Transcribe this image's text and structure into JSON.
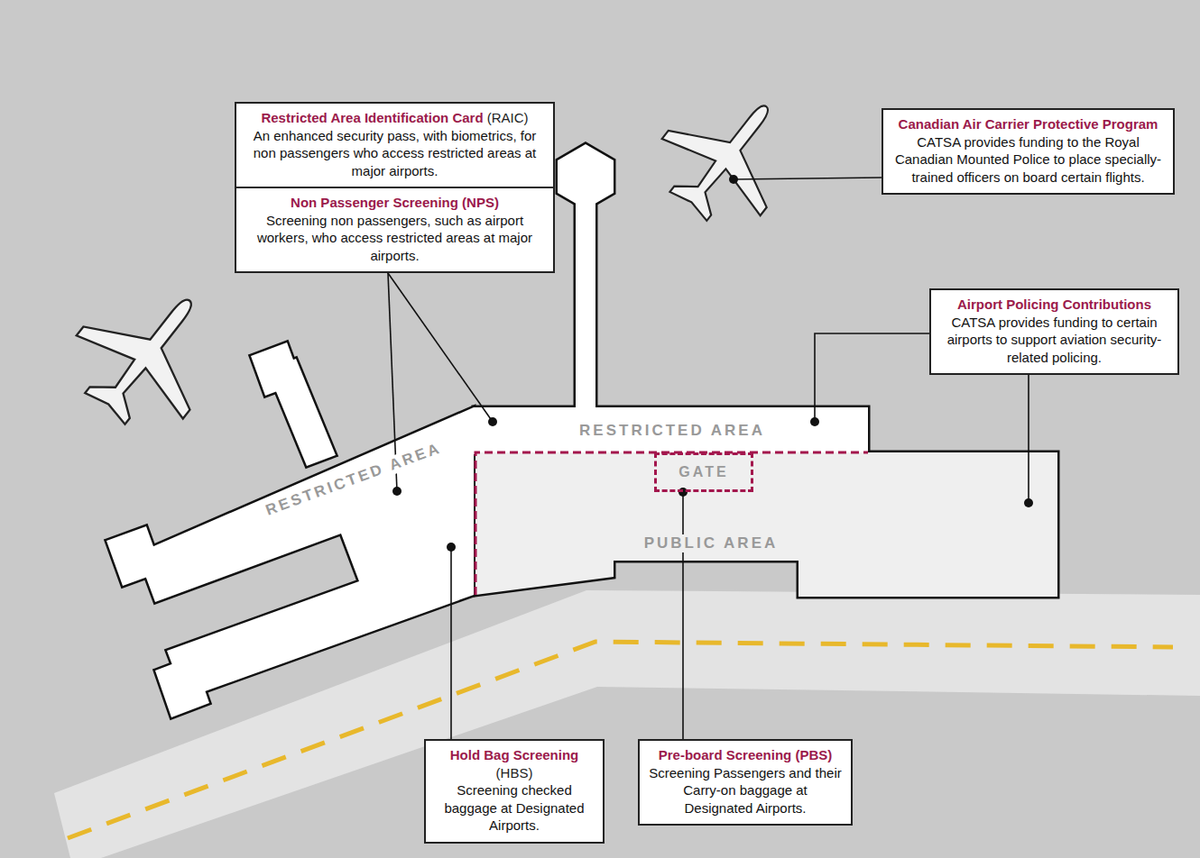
{
  "diagram": {
    "nodes": [
      {
        "text": [
          "Restricted Area Identification Card (RAIC)",
          "An enhanced security pass, with biometrics, for non passengers who access restricted areas at major airports."
        ]
      },
      {
        "text": [
          "Non Passenger Screening (NPS)",
          "Screening non passengers, such as airport workers, who access restricted areas at major airports."
        ]
      },
      {
        "text": [
          "Canadian Air Carrier Protective Program",
          "CATSA provides funding to the Royal Canadian Mounted Police to place specially- trained officers on board certain flights."
        ]
      },
      {
        "text": [
          "Airport Policing Contributions",
          "CATSA provides funding to certain airports to support aviation security-related policing."
        ]
      },
      {
        "text": [
          "GATE"
        ]
      },
      {
        "text": [
          "Hold Bag Screening (HBS)",
          "Screening checked baggage at Designated Airports."
        ]
      },
      {
        "text": [
          "Pre-board Screening (PBS)",
          "Screening Passengers and their Carry-on baggage at Designated Airports."
        ]
      }
    ],
    "edges": [
      {
        "from": 6,
        "to": 4,
        "arrow": "none"
      }
    ],
    "labels": [
      "RESTRICTED AREA",
      "RESTRICTED AREA",
      "PUBLIC AREA"
    ]
  }
}
